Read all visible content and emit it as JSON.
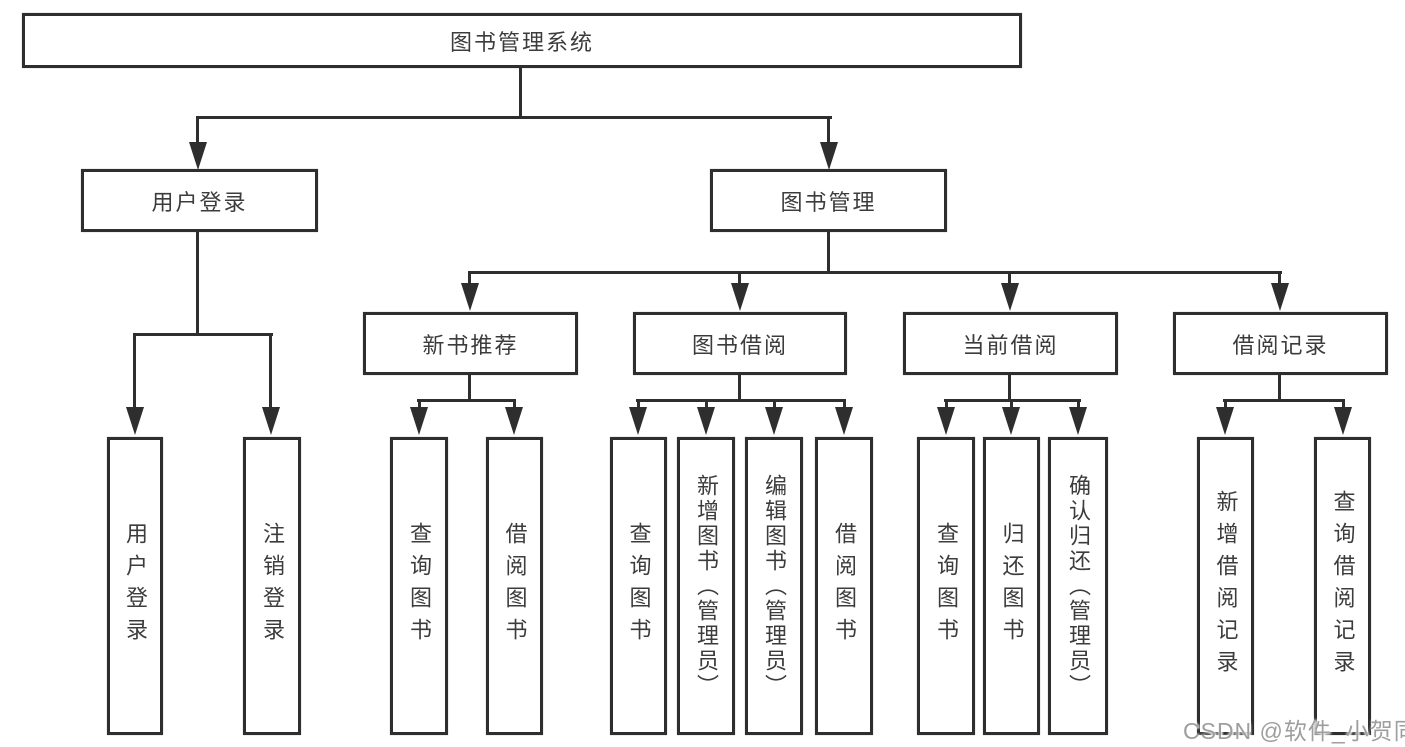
{
  "colors": {
    "line": "#2e2e2e",
    "text": "#3c3c3c",
    "box_bg": "#ffffff",
    "watermark": "#9e9e9e",
    "background": "#ffffff"
  },
  "watermark": "CSDN @软件_小贺同学",
  "tree": {
    "root": {
      "label": "图书管理系统"
    },
    "login": {
      "label": "用户登录",
      "children": [
        {
          "label": "用户登录"
        },
        {
          "label": "注销登录"
        }
      ]
    },
    "management": {
      "label": "图书管理",
      "sections": [
        {
          "label": "新书推荐",
          "children": [
            {
              "label": "查询图书"
            },
            {
              "label": "借阅图书"
            }
          ]
        },
        {
          "label": "图书借阅",
          "children": [
            {
              "label": "查询图书"
            },
            {
              "label": "新增图书（管理员）"
            },
            {
              "label": "编辑图书（管理员）"
            },
            {
              "label": "借阅图书"
            }
          ]
        },
        {
          "label": "当前借阅",
          "children": [
            {
              "label": "查询图书"
            },
            {
              "label": "归还图书"
            },
            {
              "label": "确认归还（管理员）"
            }
          ]
        },
        {
          "label": "借阅记录",
          "children": [
            {
              "label": "新增借阅记录"
            },
            {
              "label": "查询借阅记录"
            }
          ]
        }
      ]
    }
  }
}
